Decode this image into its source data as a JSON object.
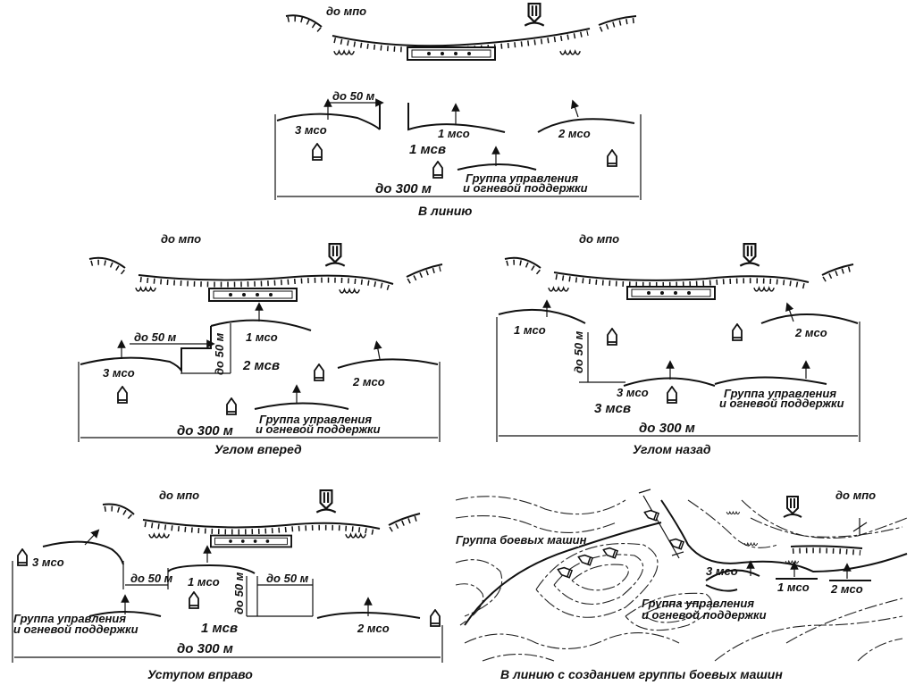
{
  "panels": {
    "line": {
      "enemy": "до мпо",
      "gap": "до 50 м",
      "squad3": "3 мсо",
      "squad1": "1 мсо",
      "squad2": "2 мсо",
      "platoon": "1 мсв",
      "group_line1": "Группа управления",
      "group_line2": "и огневой поддержки",
      "width": "до 300 м",
      "caption": "В линию"
    },
    "wedge_forward": {
      "enemy": "до мпо",
      "squad1": "1 мсо",
      "gap_h": "до 50 м",
      "gap_v": "до 50 м",
      "platoon": "2 мсв",
      "squad3": "3 мсо",
      "squad2": "2 мсо",
      "group_line1": "Группа управления",
      "group_line2": "и огневой поддержки",
      "width": "до 300 м",
      "caption": "Углом вперед"
    },
    "wedge_back": {
      "enemy": "до мпо",
      "squad1": "1 мсо",
      "gap_v": "до 50 м",
      "squad2": "2 мсо",
      "squad3": "3 мсо",
      "platoon": "3 мсв",
      "group_line1": "Группа управления",
      "group_line2": "и огневой поддержки",
      "width": "до 300 м",
      "caption": "Углом назад"
    },
    "echelon_right": {
      "enemy": "до мпо",
      "squad3": "3 мсо",
      "gap_left": "до 50 м",
      "squad1": "1 мсо",
      "gap_right": "до 50 м",
      "gap_v": "до 50 м",
      "platoon": "1 мсв",
      "group_line1": "Группа управления",
      "group_line2": "и огневой поддержки",
      "squad2": "2 мсо",
      "width": "до 300 м",
      "caption": "Уступом вправо"
    },
    "line_with_group": {
      "enemy": "до мпо",
      "combat_group": "Группа боевых машин",
      "squad3": "3 мсо",
      "squad1": "1 мсо",
      "squad2": "2 мсо",
      "group_line1": "Группа управления",
      "group_line2": "и огневой поддержки",
      "caption": "В линию с созданием группы боевых машин"
    }
  }
}
